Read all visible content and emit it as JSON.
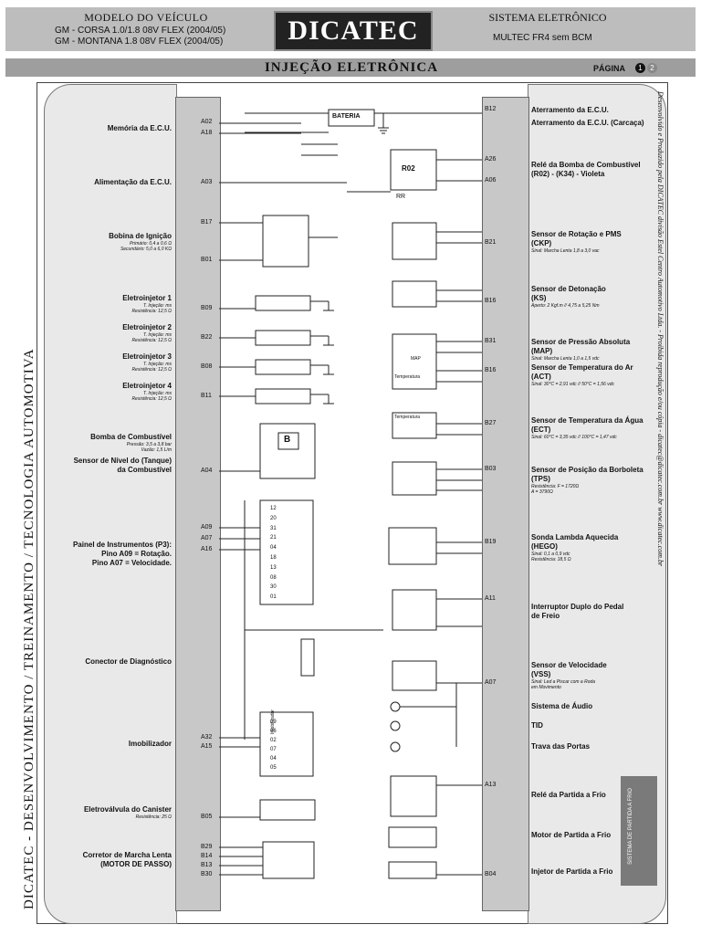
{
  "header": {
    "model_title": "MODELO DO VEÍCULO",
    "model_line1": "GM - CORSA 1.0/1.8 08V FLEX (2004/05)",
    "model_line2": "GM - MONTANA 1.8 08V FLEX (2004/05)",
    "logo": "DICATEC",
    "system_title": "SISTEMA ELETRÔNICO",
    "system_sub": "MULTEC FR4 sem BCM"
  },
  "banner": {
    "title": "INJEÇÃO ELETRÔNICA",
    "pagina_label": "PÁGINA",
    "page_current": "1",
    "page_next": "2"
  },
  "side": {
    "left_vertical": "DICATEC - DESENVOLVIMENTO / TREINAMENTO / TECNOLOGIA AUTOMOTIVA",
    "right_vertical": "Desenvolvido e Produzido pela DICATEC divisão Estel Centro Automotivo Ltda. - Proibida reprodução e/ou cópia - dicatec@dicatec.com.br www.dicatec.com.br",
    "cold_start_box": "SISTEMA DE PARTIDA A FRIO"
  },
  "left_components": [
    {
      "label": "Memória da E.C.U.",
      "sub": "",
      "pins": [
        "A02",
        "A18"
      ]
    },
    {
      "label": "Alimentação da E.C.U.",
      "sub": "",
      "pins": [
        "A03"
      ]
    },
    {
      "label": "Bobina de Ignição",
      "sub": "Primário: 0,4 a 0,6 Ω\nSecundário: 5,0 a 6,0 KΩ",
      "pins": [
        "B17",
        "B01"
      ]
    },
    {
      "label": "Eletroinjetor 1",
      "sub": "T. Injeção: ms\nResistência: 12,5 Ω",
      "pins": [
        "B09"
      ]
    },
    {
      "label": "Eletroinjetor 2",
      "sub": "T. Injeção: ms\nResistência: 12,5 Ω",
      "pins": [
        "B22"
      ]
    },
    {
      "label": "Eletroinjetor 3",
      "sub": "T. Injeção: ms\nResistência: 12,5 Ω",
      "pins": [
        "B08"
      ]
    },
    {
      "label": "Eletroinjetor 4",
      "sub": "T. Injeção: ms\nResistência: 12,5 Ω",
      "pins": [
        "B11"
      ]
    },
    {
      "label": "Bomba de Combustível",
      "sub": "Pressão: 3,5 a 3,8 bar\nVazão: 1,5 L/m",
      "pins": []
    },
    {
      "label": "Sensor de Nível do (Tanque)\nda Combustível",
      "sub": "",
      "pins": [
        "A04"
      ]
    },
    {
      "label": "Painel de Instrumentos (P3):",
      "sub": "",
      "pins": [
        "A09",
        "A07",
        "A16"
      ]
    },
    {
      "label": "Pino A09 = Rotação.",
      "sub": "",
      "pins": []
    },
    {
      "label": "Pino A07 = Velocidade.",
      "sub": "",
      "pins": []
    },
    {
      "label": "Conector de Diagnóstico",
      "sub": "",
      "pins": []
    },
    {
      "label": "Imobilizador",
      "sub": "",
      "pins": [
        "A32",
        "A15"
      ]
    },
    {
      "label": "Eletroválvula do Canister",
      "sub": "Resistência: 25 Ω",
      "pins": [
        "B05"
      ]
    },
    {
      "label": "Corretor de Marcha Lenta\n(MOTOR DE PASSO)",
      "sub": "",
      "pins": [
        "B29",
        "B14",
        "B13",
        "B30"
      ]
    }
  ],
  "right_components": [
    {
      "label": "Aterramento da E.C.U.",
      "sub": "",
      "pin": "B12"
    },
    {
      "label": "Aterramento da E.C.U. (Carcaça)",
      "sub": "",
      "pin": ""
    },
    {
      "label": "Relé da Bomba de Combustível\n(R02) - (K34) - Violeta",
      "sub": "",
      "pin": "A26"
    },
    {
      "label": "",
      "sub": "",
      "pin": "A06"
    },
    {
      "label": "Sensor de Rotação e PMS\n(CKP)",
      "sub": "Sinal: Marcha Lenta 1,8 a 3,0 vac",
      "pin": "B21"
    },
    {
      "label": "Sensor de Detonação\n(KS)",
      "sub": "Aperto: 2 Kgf.m // 4,75 a 5,25 Nm",
      "pin": "B16"
    },
    {
      "label": "Sensor de Pressão Absoluta\n(MAP)",
      "sub": "Sinal: Marcha Lenta 1,0 a 1,5 vdc",
      "pin": "B31"
    },
    {
      "label": "Sensor de Temperatura do Ar\n(ACT)",
      "sub": "Sinal: 30°C = 2,91 vdc // 50°C = 1,56 vdc",
      "pin": "B16"
    },
    {
      "label": "Sensor de Temperatura da Água\n(ECT)",
      "sub": "Sinal: 60°C = 3,35 vdc // 100°C = 1,47 vdc",
      "pin": "B27"
    },
    {
      "label": "Sensor de Posição da Borboleta\n(TPS)",
      "sub": "Resistência: F = 1720Ω\nA = 3790Ω",
      "pin": "B03"
    },
    {
      "label": "Sonda Lambda Aquecida\n(HEGO)",
      "sub": "Sinal: 0,1 a 0,9 vdc\nResistência: 18,5 Ω",
      "pin": "B19"
    },
    {
      "label": "Interruptor Duplo do Pedal\nde Freio",
      "sub": "",
      "pin": "A11"
    },
    {
      "label": "Sensor de Velocidade\n(VSS)",
      "sub": "Sinal: Led a Piscar com a Roda\nem Movimento",
      "pin": "A07"
    },
    {
      "label": "Sistema de Áudio",
      "sub": "",
      "pin": ""
    },
    {
      "label": "TID",
      "sub": "",
      "pin": ""
    },
    {
      "label": "Trava das Portas",
      "sub": "",
      "pin": ""
    },
    {
      "label": "Relé da Partida a Frio",
      "sub": "",
      "pin": "A13"
    },
    {
      "label": "Motor de Partida a Frio",
      "sub": "",
      "pin": ""
    },
    {
      "label": "Injetor de Partida a Frio",
      "sub": "",
      "pin": "B04"
    }
  ],
  "parts": {
    "battery": "BATERIA",
    "relay_r02": "R02",
    "relay_rr": "RR",
    "panel_pins": [
      "12",
      "20",
      "31",
      "21",
      "04",
      "18",
      "13",
      "08",
      "30",
      "01"
    ],
    "immo_pins": [
      "09",
      "06",
      "02",
      "07",
      "04",
      "05"
    ],
    "immo_label": "Imobilizador",
    "pump_letter": "B",
    "map_label": "MAP",
    "act_label": "Temperatura",
    "ect_label": "Temperatura"
  }
}
